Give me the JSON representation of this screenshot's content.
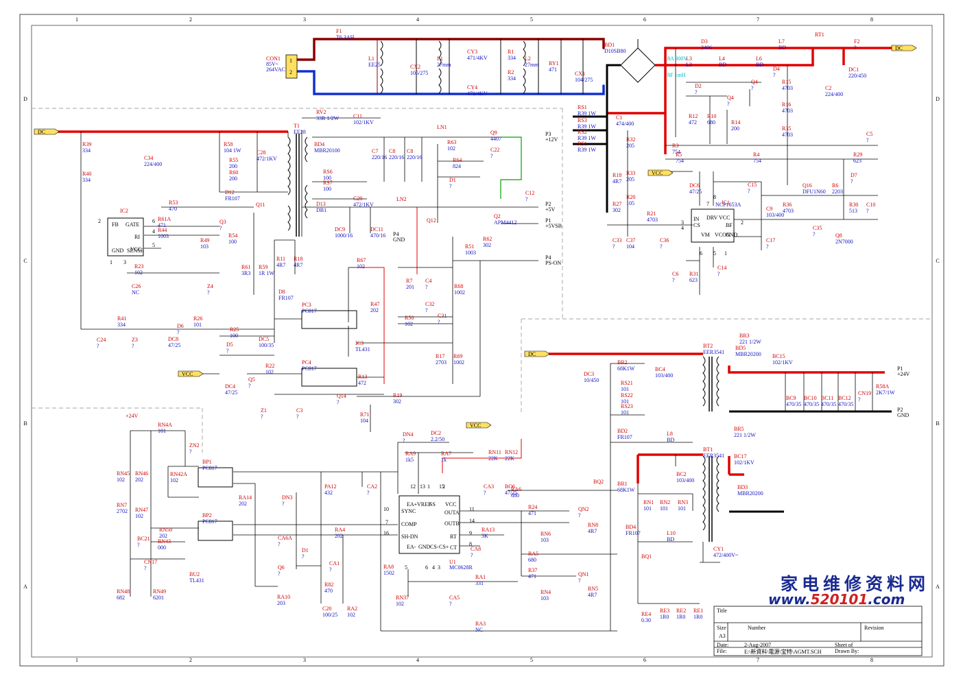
{
  "grid": {
    "cols": [
      "1",
      "2",
      "3",
      "4",
      "5",
      "6",
      "7",
      "8"
    ],
    "rows": [
      "D",
      "C",
      "B",
      "A"
    ]
  },
  "colors": {
    "power_line": "#d00000",
    "mains_line": "#8b0000",
    "neutral_line": "#1030d0",
    "ground_line": "#000000",
    "green_line": "#00a000",
    "net_flag": "#ffe060"
  },
  "nets": {
    "dc_main": "DC",
    "dc_left": "DC",
    "dc_bottom": "DC",
    "vcc_top": "VCC",
    "vcc_left": "VCC",
    "vcc_bottom": "VCC",
    "p24": "+24V"
  },
  "connectors": {
    "con1": {
      "ref": "CON1",
      "v1": "85V~",
      "v2": "264VAC",
      "pin1": "1",
      "pin2": "2"
    },
    "p3": {
      "ref": "P3",
      "val": "+12V"
    },
    "p2a": {
      "ref": "P2",
      "val": "+5V"
    },
    "p1a": {
      "ref": "P1",
      "val": "+5VSB"
    },
    "p4a": {
      "ref": "P4",
      "val": "GND"
    },
    "p4b": {
      "ref": "P4",
      "val": "PS-ON"
    },
    "p1b": {
      "ref": "P1",
      "val": "+24V"
    },
    "p2b": {
      "ref": "P2",
      "val": "GND"
    }
  },
  "ics": {
    "ic1": {
      "ref": "IC1",
      "part": "NCP1653A",
      "pins": [
        "IN",
        "CS",
        "DRV",
        "VCC",
        "VM",
        "VCON",
        "BF",
        "GND"
      ],
      "nums": [
        "3",
        "4",
        "7",
        "8",
        "6",
        "5",
        "2",
        "1"
      ]
    },
    "ic2": {
      "ref": "IC2",
      "pins": [
        "FB",
        "GATE",
        "GND",
        "SENSE",
        "RI",
        "VCC"
      ],
      "nums": [
        "2",
        "6",
        "1",
        "3",
        "4",
        "5"
      ]
    },
    "u1": {
      "ref": "U1",
      "part": "MC0628R",
      "pins": [
        "EA+",
        "VREF",
        "SS",
        "VCC",
        "OUTA",
        "OUTB",
        "RT",
        "CT",
        "CS+",
        "CS-",
        "GND",
        "EA-",
        "SH-DN",
        "COMP",
        "SYNC"
      ],
      "nums": [
        "10",
        "7",
        "16",
        "11",
        "14",
        "9",
        "8",
        "4",
        "3",
        "6",
        "5",
        "12",
        "15",
        "13",
        "1",
        "2"
      ]
    }
  },
  "components": [
    {
      "ref": "F1",
      "val": "T6.3AH"
    },
    {
      "ref": "L1",
      "val": "EE25"
    },
    {
      "ref": "CX2",
      "val": "105/275"
    },
    {
      "ref": "L1",
      "val": "27mm"
    },
    {
      "ref": "CY3",
      "val": "471/4KV"
    },
    {
      "ref": "CY4",
      "val": "471/4KV"
    },
    {
      "ref": "R1",
      "val": "334"
    },
    {
      "ref": "R2",
      "val": "334"
    },
    {
      "ref": "L2",
      "val": "27mm"
    },
    {
      "ref": "RY1",
      "val": "471"
    },
    {
      "ref": "CX1",
      "val": "104/275"
    },
    {
      "ref": "BD1",
      "val": "D10SB80"
    },
    {
      "ref": "D3",
      "val": "3406"
    },
    {
      "ref": "L7",
      "val": "BD"
    },
    {
      "ref": "RT1",
      "val": ""
    },
    {
      "ref": "F2",
      "val": "?"
    },
    {
      "ref": "L3",
      "val": "L3"
    },
    {
      "ref": "L4",
      "val": "BD"
    },
    {
      "ref": "L6",
      "val": "BD"
    },
    {
      "ref": "D4",
      "val": "?"
    },
    {
      "ref": "DC1",
      "val": "220/450"
    },
    {
      "ref": "C2",
      "val": "224/400"
    },
    {
      "ref": "R15",
      "val": "4703"
    },
    {
      "ref": "R16",
      "val": "4703"
    },
    {
      "ref": "R35",
      "val": "4703"
    },
    {
      "ref": "D2",
      "val": "?"
    },
    {
      "ref": "Q4",
      "val": "?"
    },
    {
      "ref": "Q4",
      "val": "?"
    },
    {
      "ref": "R12",
      "val": "472"
    },
    {
      "ref": "R10",
      "val": "680"
    },
    {
      "ref": "R14",
      "val": "200"
    },
    {
      "ref": "R3",
      "val": "754"
    },
    {
      "ref": "R5",
      "val": "754"
    },
    {
      "ref": "R4",
      "val": "754"
    },
    {
      "ref": "C5",
      "val": "?"
    },
    {
      "ref": "R29",
      "val": "623"
    },
    {
      "ref": "D7",
      "val": "?"
    },
    {
      "ref": "R6",
      "val": "2203"
    },
    {
      "ref": "Q16",
      "val": "DFU1N60"
    },
    {
      "ref": "R36",
      "val": "4703"
    },
    {
      "ref": "C9",
      "val": "103/400"
    },
    {
      "ref": "C35",
      "val": "?"
    },
    {
      "ref": "R30",
      "val": "513"
    },
    {
      "ref": "C10",
      "val": "?"
    },
    {
      "ref": "Q8",
      "val": "2N7000"
    },
    {
      "ref": "C1",
      "val": "474/400"
    },
    {
      "ref": "RS1",
      "val": "R39 1W"
    },
    {
      "ref": "RS3",
      "val": "R39 1W"
    },
    {
      "ref": "RS2",
      "val": "R39 1W"
    },
    {
      "ref": "RS1",
      "val": "R39 1W"
    },
    {
      "ref": "R32",
      "val": "205"
    },
    {
      "ref": "R33",
      "val": "205"
    },
    {
      "ref": "R20",
      "val": "105"
    },
    {
      "ref": "R18",
      "val": "4R7"
    },
    {
      "ref": "R27",
      "val": "302"
    },
    {
      "ref": "R21",
      "val": "4703"
    },
    {
      "ref": "C33",
      "val": "?"
    },
    {
      "ref": "C37",
      "val": "104"
    },
    {
      "ref": "C36",
      "val": "?"
    },
    {
      "ref": "DC6",
      "val": "47/25"
    },
    {
      "ref": "C15",
      "val": "?"
    },
    {
      "ref": "C17",
      "val": "?"
    },
    {
      "ref": "C6",
      "val": "?"
    },
    {
      "ref": "R31",
      "val": "623"
    },
    {
      "ref": "C14",
      "val": "?"
    },
    {
      "ref": "RV2",
      "val": "33R 1/2W"
    },
    {
      "ref": "C11",
      "val": "102/1KV"
    },
    {
      "ref": "BD4",
      "val": "MBR20100"
    },
    {
      "ref": "T1",
      "val": "EE28"
    },
    {
      "ref": "LN1",
      "val": ""
    },
    {
      "ref": "Q9",
      "val": "4407"
    },
    {
      "ref": "C7",
      "val": "220/16"
    },
    {
      "ref": "C8",
      "val": "220/16"
    },
    {
      "ref": "C8",
      "val": "220/16"
    },
    {
      "ref": "R63",
      "val": "102"
    },
    {
      "ref": "C22",
      "val": "?"
    },
    {
      "ref": "R64",
      "val": "824"
    },
    {
      "ref": "D1",
      "val": "?"
    },
    {
      "ref": "C12",
      "val": "?"
    },
    {
      "ref": "Q2",
      "val": "APM4412"
    },
    {
      "ref": "RS6",
      "val": "100"
    },
    {
      "ref": "RS7",
      "val": "100"
    },
    {
      "ref": "C29",
      "val": "472/1KV"
    },
    {
      "ref": "D13",
      "val": "DB1"
    },
    {
      "ref": "LN2",
      "val": ""
    },
    {
      "ref": "DC9",
      "val": "1000/16"
    },
    {
      "ref": "DC11",
      "val": "470/16"
    },
    {
      "ref": "Q12",
      "val": ""
    },
    {
      "ref": "R51",
      "val": "1003"
    },
    {
      "ref": "R62",
      "val": "302"
    },
    {
      "ref": "R39",
      "val": "334"
    },
    {
      "ref": "R40",
      "val": "334"
    },
    {
      "ref": "C34",
      "val": "224/400"
    },
    {
      "ref": "R58",
      "val": "104 1W"
    },
    {
      "ref": "C28",
      "val": "472/1KV"
    },
    {
      "ref": "R55",
      "val": "200"
    },
    {
      "ref": "R60",
      "val": "200"
    },
    {
      "ref": "D12",
      "val": "FR107"
    },
    {
      "ref": "R53",
      "val": "470"
    },
    {
      "ref": "Q11",
      "val": ""
    },
    {
      "ref": "R61A",
      "val": "471"
    },
    {
      "ref": "R44",
      "val": "1003"
    },
    {
      "ref": "Q3",
      "val": "?"
    },
    {
      "ref": "R49",
      "val": "103"
    },
    {
      "ref": "R54",
      "val": "100"
    },
    {
      "ref": "R11",
      "val": "4R7"
    },
    {
      "ref": "R18",
      "val": "4R7"
    },
    {
      "ref": "R23",
      "val": "102"
    },
    {
      "ref": "R61",
      "val": "3R3"
    },
    {
      "ref": "R59",
      "val": "1R 1W"
    },
    {
      "ref": "C26",
      "val": "NC"
    },
    {
      "ref": "Z4",
      "val": "?"
    },
    {
      "ref": "D8",
      "val": "FR107"
    },
    {
      "ref": "R67",
      "val": "102"
    },
    {
      "ref": "R7",
      "val": "201"
    },
    {
      "ref": "C4",
      "val": "?"
    },
    {
      "ref": "R68",
      "val": "1002"
    },
    {
      "ref": "R47",
      "val": "202"
    },
    {
      "ref": "C32",
      "val": "?"
    },
    {
      "ref": "R50",
      "val": "102"
    },
    {
      "ref": "C31",
      "val": "?"
    },
    {
      "ref": "PC3",
      "val": "PC817"
    },
    {
      "ref": "R41",
      "val": "334"
    },
    {
      "ref": "D6",
      "val": "?"
    },
    {
      "ref": "R26",
      "val": "101"
    },
    {
      "ref": "R25",
      "val": "100"
    },
    {
      "ref": "IC3",
      "val": "TL431"
    },
    {
      "ref": "C24",
      "val": "?"
    },
    {
      "ref": "Z3",
      "val": "?"
    },
    {
      "ref": "DC8",
      "val": "47/25"
    },
    {
      "ref": "DC5",
      "val": "100/35"
    },
    {
      "ref": "R17",
      "val": "2703"
    },
    {
      "ref": "R69",
      "val": "1002"
    },
    {
      "ref": "D5",
      "val": "?"
    },
    {
      "ref": "R22",
      "val": "102"
    },
    {
      "ref": "PC4",
      "val": "PC817"
    },
    {
      "ref": "R13",
      "val": "472"
    },
    {
      "ref": "Q5",
      "val": "?"
    },
    {
      "ref": "DC4",
      "val": "47/25"
    },
    {
      "ref": "Z1",
      "val": "?"
    },
    {
      "ref": "C3",
      "val": "?"
    },
    {
      "ref": "Q14",
      "val": "?"
    },
    {
      "ref": "R19",
      "val": "302"
    },
    {
      "ref": "R71",
      "val": "104"
    },
    {
      "ref": "DC3",
      "val": "10/450"
    },
    {
      "ref": "BR2",
      "val": "68K1W"
    },
    {
      "ref": "BC4",
      "val": "103/400"
    },
    {
      "ref": "RS21",
      "val": "101"
    },
    {
      "ref": "RS22",
      "val": "101"
    },
    {
      "ref": "RS23",
      "val": "101"
    },
    {
      "ref": "BD2",
      "val": "FR107"
    },
    {
      "ref": "L8",
      "val": "BD"
    },
    {
      "ref": "BT2",
      "val": "EER3541"
    },
    {
      "ref": "BR3",
      "val": "221 1/2W"
    },
    {
      "ref": "BD5",
      "val": "MBR20200"
    },
    {
      "ref": "BC15",
      "val": "102/1KV"
    },
    {
      "ref": "BC9",
      "val": "470/35"
    },
    {
      "ref": "BC10",
      "val": "470/35"
    },
    {
      "ref": "BC11",
      "val": "470/35"
    },
    {
      "ref": "BC12",
      "val": "470/35"
    },
    {
      "ref": "CN19",
      "val": "?"
    },
    {
      "ref": "R58A",
      "val": "2K7/1W"
    },
    {
      "ref": "BT1",
      "val": "EER3541"
    },
    {
      "ref": "BR5",
      "val": "221 1/2W"
    },
    {
      "ref": "BC17",
      "val": "102/1KV"
    },
    {
      "ref": "BD3",
      "val": "MBR20200"
    },
    {
      "ref": "BC2",
      "val": "103/400"
    },
    {
      "ref": "BR1",
      "val": "68K1W"
    },
    {
      "ref": "RN1",
      "val": "101"
    },
    {
      "ref": "RN2",
      "val": "101"
    },
    {
      "ref": "RN3",
      "val": "101"
    },
    {
      "ref": "BD4",
      "val": "FR107"
    },
    {
      "ref": "L10",
      "val": "BD"
    },
    {
      "ref": "BQ2",
      "val": ""
    },
    {
      "ref": "BQ1",
      "val": ""
    },
    {
      "ref": "CY1",
      "val": "472/400V~"
    },
    {
      "ref": "RE4",
      "val": "0.30"
    },
    {
      "ref": "RE3",
      "val": "1R0"
    },
    {
      "ref": "RE2",
      "val": "1R0"
    },
    {
      "ref": "RE1",
      "val": "1R0"
    },
    {
      "ref": "RN4A",
      "val": "101"
    },
    {
      "ref": "ZN2",
      "val": "?"
    },
    {
      "ref": "BP1",
      "val": "PC817"
    },
    {
      "ref": "RN42A",
      "val": "102"
    },
    {
      "ref": "RN45",
      "val": "102"
    },
    {
      "ref": "RN46",
      "val": "202"
    },
    {
      "ref": "RN7",
      "val": "2702"
    },
    {
      "ref": "RN47",
      "val": "102"
    },
    {
      "ref": "BP2",
      "val": "PC817"
    },
    {
      "ref": "RN50",
      "val": "202"
    },
    {
      "ref": "RN43",
      "val": "000"
    },
    {
      "ref": "BC21",
      "val": "?"
    },
    {
      "ref": "CN17",
      "val": "?"
    },
    {
      "ref": "BU2",
      "val": "TL431"
    },
    {
      "ref": "RN48",
      "val": "682"
    },
    {
      "ref": "RN49",
      "val": "6201"
    },
    {
      "ref": "RA14",
      "val": "202"
    },
    {
      "ref": "DN3",
      "val": "?"
    },
    {
      "ref": "CA6A",
      "val": "?"
    },
    {
      "ref": "D1",
      "val": "?"
    },
    {
      "ref": "Q6",
      "val": "?"
    },
    {
      "ref": "RA10",
      "val": "203"
    },
    {
      "ref": "PA12",
      "val": "432"
    },
    {
      "ref": "R82",
      "val": "470"
    },
    {
      "ref": "C20",
      "val": "100/25"
    },
    {
      "ref": "CA2",
      "val": "?"
    },
    {
      "ref": "RA4",
      "val": "202"
    },
    {
      "ref": "CA1",
      "val": "?"
    },
    {
      "ref": "RA2",
      "val": "102"
    },
    {
      "ref": "RA8",
      "val": "1502"
    },
    {
      "ref": "DN4",
      "val": "?"
    },
    {
      "ref": "DC2",
      "val": "2.2/50"
    },
    {
      "ref": "RA9",
      "val": "1k5"
    },
    {
      "ref": "RA7",
      "val": "1k"
    },
    {
      "ref": "RN11",
      "val": "22K"
    },
    {
      "ref": "RN12",
      "val": "22K"
    },
    {
      "ref": "CA3",
      "val": "?"
    },
    {
      "ref": "BO6",
      "val": "47/25"
    },
    {
      "ref": "RA6",
      "val": "680"
    },
    {
      "ref": "R24",
      "val": "471"
    },
    {
      "ref": "QN2",
      "val": "?"
    },
    {
      "ref": "RN6",
      "val": "103"
    },
    {
      "ref": "RN8",
      "val": "4R7"
    },
    {
      "ref": "RA13",
      "val": "3K"
    },
    {
      "ref": "CA8",
      "val": "?"
    },
    {
      "ref": "RA5",
      "val": "680"
    },
    {
      "ref": "R37",
      "val": "471"
    },
    {
      "ref": "QN1",
      "val": "?"
    },
    {
      "ref": "RN4",
      "val": "103"
    },
    {
      "ref": "RN5",
      "val": "4R7"
    },
    {
      "ref": "RA1",
      "val": "331"
    },
    {
      "ref": "RN37",
      "val": "102"
    },
    {
      "ref": "CA5",
      "val": "?"
    },
    {
      "ref": "RA3",
      "val": "NC"
    }
  ],
  "annotations": {
    "l3_note1": "8A 300V",
    "l3_note2": "8F 1mH"
  },
  "title_block": {
    "title_label": "Title",
    "size_label": "Size",
    "size": "A3",
    "number_label": "Number",
    "revision_label": "Revision",
    "date_label": "Date:",
    "date": "2-Aug-2007",
    "sheet_label": "Sheet    of",
    "file_label": "File:",
    "file": "E:\\新資料\\電源\\宝特\\AGMT.SCH",
    "drawn_label": "Drawn By:"
  },
  "watermark": {
    "line1": "家电维修资料网",
    "line2_a": "www.",
    "line2_b": "520101",
    ".": ".",
    "line2_c": ".com"
  }
}
